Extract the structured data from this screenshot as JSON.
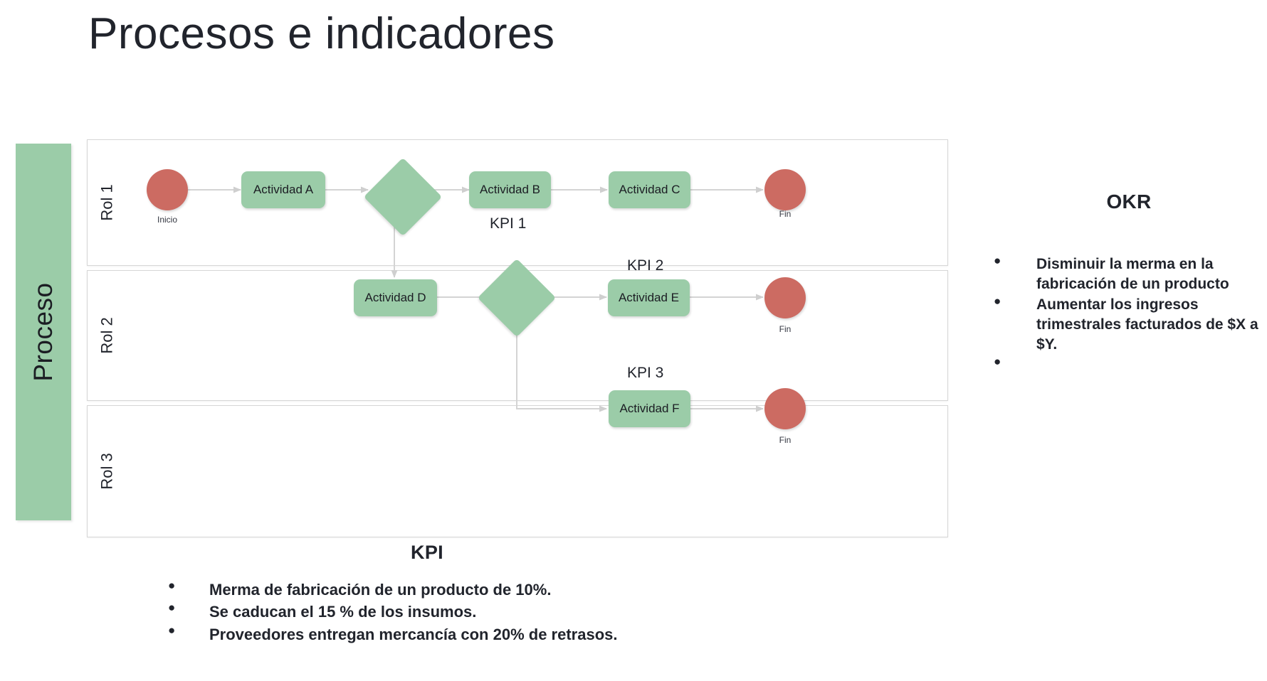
{
  "slide": {
    "title": "Procesos e indicadores"
  },
  "process": {
    "band_label": "Proceso",
    "band_color": "#9BCCA8",
    "lanes": [
      {
        "label": "Rol 1"
      },
      {
        "label": "Rol 2"
      },
      {
        "label": "Rol 3"
      }
    ]
  },
  "diagram": {
    "colors": {
      "task_fill": "#9BCCA8",
      "event_fill": "#CC6B62",
      "connector": "#d0d0d0",
      "lane_border": "#d6d6d6"
    },
    "nodes": {
      "start": {
        "caption": "Inicio"
      },
      "task_a": {
        "label": "Actividad A"
      },
      "task_b": {
        "label": "Actividad B"
      },
      "task_c": {
        "label": "Actividad C"
      },
      "task_d": {
        "label": "Actividad D"
      },
      "task_e": {
        "label": "Actividad E"
      },
      "task_f": {
        "label": "Actividad F"
      },
      "end_1": {
        "caption": "Fin"
      },
      "end_2": {
        "caption": "Fin"
      },
      "end_3": {
        "caption": "Fin"
      }
    },
    "kpi_markers": [
      {
        "label": "KPI 1"
      },
      {
        "label": "KPI 2"
      },
      {
        "label": "KPI 3"
      }
    ]
  },
  "okr": {
    "heading": "OKR",
    "items": [
      "Disminuir la merma en la fabricación de un producto",
      "Aumentar los ingresos trimestrales facturados de $X a $Y.",
      ""
    ]
  },
  "kpi": {
    "heading": "KPI",
    "items": [
      "Merma de fabricación de un producto de 10%.",
      "Se caducan el 15 % de los insumos.",
      "Proveedores entregan mercancía con 20% de retrasos."
    ]
  }
}
